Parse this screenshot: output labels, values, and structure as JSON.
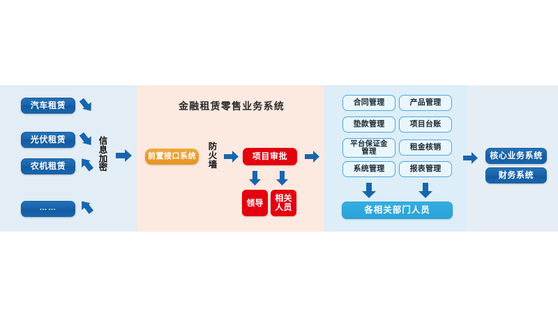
{
  "diagram": {
    "title": "金融租赁零售业务系统",
    "colors": {
      "band_sources_bg": "#e2edf5",
      "band_core_bg": "#fce9e0",
      "band_modules_bg": "#ddeef8",
      "band_downstream_bg": "#e6eef5",
      "blue": "#1a62aa",
      "orange": "#eb9c2b",
      "red": "#e3000f",
      "cyan": "#2aa2d8",
      "arrow_blue": "#1766ad",
      "chip_border": "#4aa8dd",
      "page_bg": "#ffffff"
    },
    "sources": {
      "items": [
        {
          "label": "汽车租赁"
        },
        {
          "label": "光伏租赁"
        },
        {
          "label": "农机租赁"
        },
        {
          "label": "……"
        }
      ],
      "gateway_label": "信息加密"
    },
    "core": {
      "title": "金融租赁零售业务系统",
      "front_system": "前置接口系统",
      "firewall_label": "防火墙",
      "approval": "项目审批",
      "approvers": [
        {
          "label": "领导"
        },
        {
          "label": "相关\n人员"
        }
      ]
    },
    "modules": {
      "column_left": [
        {
          "label": "合同管理"
        },
        {
          "label": "垫款管理"
        },
        {
          "label": "平台保证金\n管理"
        },
        {
          "label": "系统管理"
        }
      ],
      "column_right": [
        {
          "label": "产品管理"
        },
        {
          "label": "项目台账"
        },
        {
          "label": "租金核销"
        },
        {
          "label": "报表管理"
        }
      ],
      "consumer_bar": "各相关部门人员"
    },
    "downstream": {
      "items": [
        {
          "label": "核心业务系统"
        },
        {
          "label": "财务系统"
        }
      ]
    }
  }
}
